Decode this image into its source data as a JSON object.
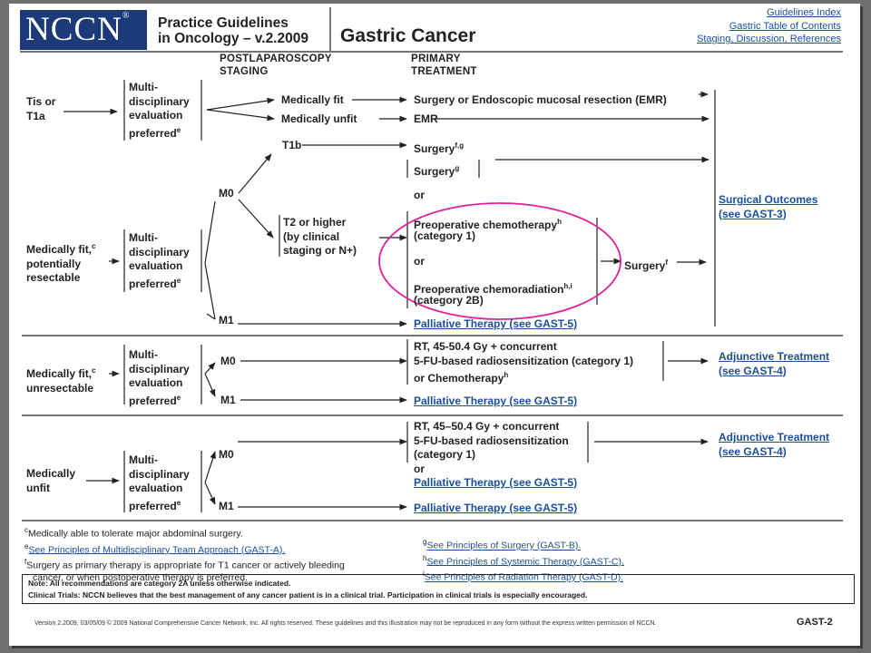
{
  "header": {
    "logo_text": "NCCN",
    "logo_mark": "®",
    "subtitle_line1": "Practice Guidelines",
    "subtitle_line2": "in Oncology – v.2.2009",
    "title": "Gastric Cancer",
    "links": [
      "Guidelines Index",
      "Gastric Table of Contents",
      "Staging, Discussion, References"
    ]
  },
  "columns": {
    "staging_line1": "POSTLAPAROSCOPY",
    "staging_line2": "STAGING",
    "treatment_line1": "PRIMARY",
    "treatment_line2": "TREATMENT"
  },
  "row1": {
    "stage_line1": "Tis or",
    "stage_line2": "T1a",
    "eval": [
      "Multi-",
      "disciplinary",
      "evaluation",
      "preferred"
    ],
    "eval_sup": "e",
    "fit": "Medically fit",
    "unfit": "Medically unfit",
    "treat_fit": "Surgery or Endoscopic mucosal resection (EMR)",
    "treat_unfit": "EMR"
  },
  "row2": {
    "stage_line1": "Medically fit,",
    "stage_sup": "c",
    "stage_line2": "potentially",
    "stage_line3": "resectable",
    "eval": [
      "Multi-",
      "disciplinary",
      "evaluation",
      "preferred"
    ],
    "eval_sup": "e",
    "m0": "M0",
    "m1": "M1",
    "t1b": "T1b",
    "t2": [
      "T2 or higher",
      "(by clinical",
      "staging or N+)"
    ],
    "surgery_fg": "Surgery",
    "surgery_fg_sup": "f,g",
    "surgery_g": "Surgery",
    "surgery_g_sup": "g",
    "or1": "or",
    "preop_chemo": "Preoperative chemotherapy",
    "preop_chemo_sup": "h",
    "cat1": "(category 1)",
    "or2": "or",
    "preop_chemorad": "Preoperative chemoradiation",
    "preop_chemorad_sup": "h,i",
    "cat2b": "(category 2B)",
    "surgery_f": "Surgery",
    "surgery_f_sup": "f",
    "palliative": "Palliative Therapy (see GAST-5)",
    "outcomes_line1": "Surgical Outcomes",
    "outcomes_line2": "(see GAST-3)"
  },
  "row3": {
    "stage_line1": "Medically fit,",
    "stage_sup": "c",
    "stage_line2": "unresectable",
    "eval": [
      "Multi-",
      "disciplinary",
      "evaluation",
      "preferred"
    ],
    "eval_sup": "e",
    "m0": "M0",
    "m1": "M1",
    "rt_line1": "RT, 45-50.4 Gy + concurrent",
    "rt_line2": "5-FU-based radiosensitization (category 1)",
    "rt_line3": "or Chemotherapy",
    "rt_sup": "h",
    "palliative": "Palliative Therapy (see GAST-5)",
    "adjunct_line1": "Adjunctive Treatment",
    "adjunct_line2": "(see GAST-4)"
  },
  "row4": {
    "stage_line1": "Medically",
    "stage_line2": "unfit",
    "eval": [
      "Multi-",
      "disciplinary",
      "evaluation",
      "preferred"
    ],
    "eval_sup": "e",
    "m0": "M0",
    "m1": "M1",
    "rt_line1": "RT, 45–50.4 Gy + concurrent",
    "rt_line2": "5-FU-based radiosensitization",
    "rt_line3": "(category 1)",
    "rt_or": "or",
    "palliative_inline": "Palliative Therapy (see GAST-5)",
    "palliative": "Palliative Therapy (see GAST-5)",
    "adjunct_line1": "Adjunctive Treatment",
    "adjunct_line2": "(see GAST-4)"
  },
  "footnotes": {
    "c": "Medically able to tolerate major abdominal surgery.",
    "e": "See Principles of Multidisciplinary Team Approach (GAST-A).",
    "f_line1": "Surgery as primary therapy is appropriate for T1 cancer or actively bleeding",
    "f_line2": "cancer, or when postoperative therapy is preferred.",
    "g": "See Principles of Surgery (GAST-B).",
    "h": "See Principles of Systemic Therapy (GAST-C).",
    "i": "See Principles of Radiation Therapy (GAST-D)."
  },
  "note": {
    "line1": "Note:  All recommendations are category 2A unless otherwise indicated.",
    "line2": "Clinical Trials: NCCN believes that the best management of any cancer patient is in a clinical trial.  Participation in clinical trials is especially encouraged."
  },
  "footer": {
    "version": "Version 2.2009, 03/05/09 © 2009 National Comprehensive Cancer Network, Inc. All rights reserved. These guidelines and this illustration may not be reproduced in any form without the express written permission of NCCN.",
    "page": "GAST-2"
  },
  "colors": {
    "logo_bg": "#1c3a78",
    "link": "#1a4f9c",
    "highlight_ellipse": "#e0209f"
  }
}
